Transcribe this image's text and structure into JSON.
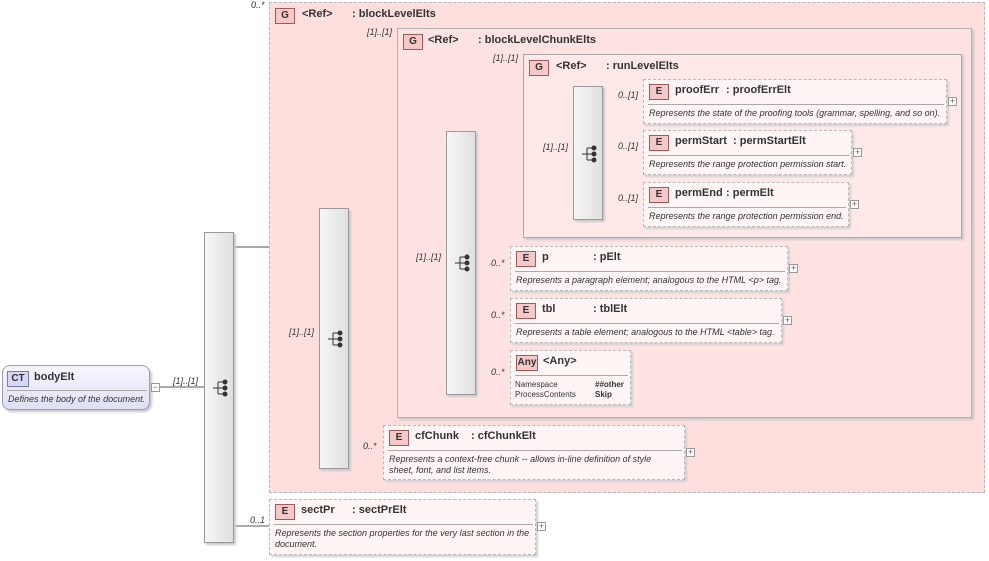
{
  "root": {
    "badge": "CT",
    "name": "bodyElt",
    "description": "Defines the body of the document."
  },
  "root_sequence": {
    "occurrence": "[1]..[1]"
  },
  "group_block_level": {
    "badge": "G",
    "ref": "<Ref>",
    "name": ": blockLevelElts",
    "occurrence": "0..*"
  },
  "seq_block_level": {
    "occurrence": "[1]..[1]"
  },
  "group_block_chunk": {
    "badge": "G",
    "ref": "<Ref>",
    "name": ": blockLevelChunkElts",
    "occurrence": "[1]..[1]"
  },
  "seq_block_chunk": {
    "occurrence": "[1]..[1]"
  },
  "group_run_level": {
    "badge": "G",
    "ref": "<Ref>",
    "name": ": runLevelElts",
    "occurrence": "[1]..[1]"
  },
  "seq_run_level": {
    "occurrence": "[1]..[1]"
  },
  "proofErr": {
    "badge": "E",
    "name": "proofErr",
    "type": ": proofErrElt",
    "occurrence": "0..[1]",
    "description": "Represents the state of the proofing tools (grammar, spelling, and so on)."
  },
  "permStart": {
    "badge": "E",
    "name": "permStart",
    "type": ": permStartElt",
    "occurrence": "0..[1]",
    "description": "Represents the range protection permission start."
  },
  "permEnd": {
    "badge": "E",
    "name": "permEnd",
    "type": ": permElt",
    "occurrence": "0..[1]",
    "description": "Represents the range protection permission end."
  },
  "p": {
    "badge": "E",
    "name": "p",
    "type": ": pElt",
    "occurrence": "0..*",
    "description": "Represents a paragraph element; analogous to the HTML <p> tag."
  },
  "tbl": {
    "badge": "E",
    "name": "tbl",
    "type": ": tblElt",
    "occurrence": "0..*",
    "description": "Represents a table element; analogous to the HTML <table> tag."
  },
  "any": {
    "badge": "Any",
    "name": "<Any>",
    "occurrence": "0..*",
    "namespace_label": "Namespace",
    "namespace_value": "##other",
    "process_label": "ProcessContents",
    "process_value": "Skip"
  },
  "cfChunk": {
    "badge": "E",
    "name": "cfChunk",
    "type": ": cfChunkElt",
    "occurrence": "0..*",
    "description": "Represents a context-free chunk -- allows in-line definition of style sheet, font, and list items."
  },
  "sectPr": {
    "badge": "E",
    "name": "sectPr",
    "type": ": sectPrElt",
    "occurrence": "0..1",
    "description": "Represents the section properties for the very last section in the document."
  },
  "colors": {
    "group_fill": "#ffdede",
    "element_badge": "#f7c8c8",
    "complex_type_badge": "#d8d8f4"
  }
}
